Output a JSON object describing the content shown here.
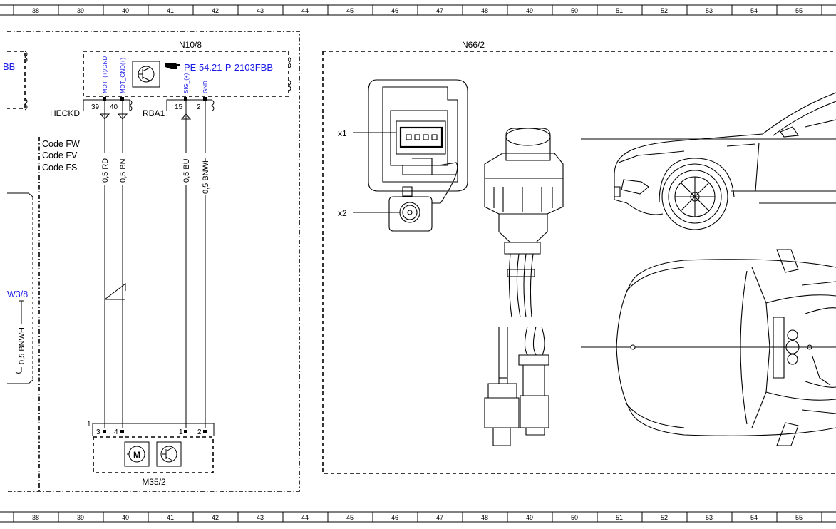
{
  "grid": {
    "columns": [
      "38",
      "39",
      "40",
      "41",
      "42",
      "43",
      "44",
      "45",
      "46",
      "47",
      "48",
      "49",
      "50",
      "51",
      "52",
      "53",
      "54",
      "55"
    ]
  },
  "n10": {
    "label": "N10/8",
    "ref": "PE 54.21-P-2103FBB",
    "pins": [
      {
        "label": "MOT_(+)/GND",
        "num": "39"
      },
      {
        "label": "MOT_GND(+)",
        "num": "40"
      },
      {
        "label": "SIG_(+)",
        "num": "15"
      },
      {
        "label": "GND",
        "num": "2"
      }
    ],
    "conn_left": "HECKD",
    "conn_right": "RBA1"
  },
  "left_ref": "BB",
  "codes": [
    "Code FW",
    "Code FV",
    "Code FS"
  ],
  "wires": [
    "0,5 RD",
    "0,5 BN",
    "0,5 BU",
    "0,5 BNWH"
  ],
  "w38": {
    "label": "W3/8",
    "wire": "0,5 BNWH"
  },
  "m35": {
    "label": "M35/2",
    "conn_num": "1",
    "pins": [
      "3",
      "4",
      "1",
      "2"
    ]
  },
  "n66": {
    "label": "N66/2",
    "x1": "x1",
    "x2": "x2"
  },
  "colors": {
    "link": "#1a1ae6"
  }
}
